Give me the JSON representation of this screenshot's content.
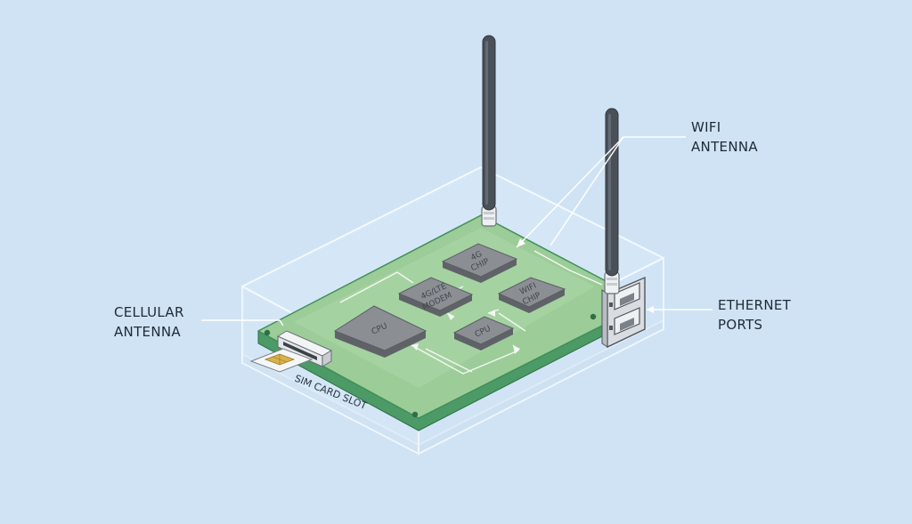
{
  "callouts": {
    "wifi_antenna": [
      "WIFI",
      "ANTENNA"
    ],
    "cellular_antenna": [
      "CELLULAR",
      "ANTENNA"
    ],
    "ethernet_ports": [
      "ETHERNET",
      "PORTS"
    ]
  },
  "board_labels": {
    "sim_card_slot": "SIM CARD SLOT"
  },
  "chips": {
    "cpu_main": "CPU",
    "modem": [
      "4G/LTE",
      "MODEM"
    ],
    "chip_4g": [
      "4G",
      "CHIP"
    ],
    "wifi_chip": [
      "WIFI",
      "CHIP"
    ],
    "cpu_small": "CPU"
  },
  "colors": {
    "background": "#cfe3f4",
    "pcb": "#9ccc98",
    "pcb_edge": "#3f8f5a",
    "chip": "#8b8f94",
    "antenna": "#4a5058",
    "case_outline": "#e9f3fb"
  }
}
